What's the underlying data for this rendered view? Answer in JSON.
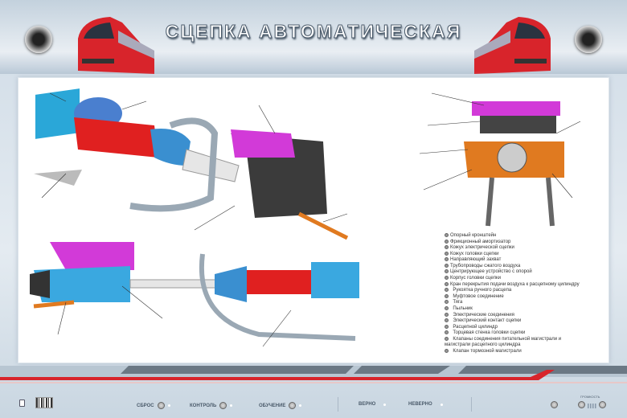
{
  "header": {
    "title": "СЦЕПКА АВТОМАТИЧЕСКАЯ"
  },
  "legend": [
    "Опорный кронштейн",
    "Фрикционный амортизатор",
    "Кожух электрической сцепки",
    "Кожух головки сцепки",
    "Направляющий захват",
    "Трубопроводы сжатого воздуха",
    "Центрирующее устройство с опорой",
    "Корпус головки сцепки",
    "Кран перекрытия подачи воздуха к расцепному цилиндру",
    "Рукоятка ручного расцепа",
    "Муфтовое соединение",
    "Тяга",
    "Пыльник",
    "Электрические соединения",
    "Электрический контакт сцепки",
    "Расцепной цилиндр",
    "Торцевая стенка головки сцепки",
    "Клапаны соединения питательной магистрали  и",
    "магистрали расцепного цилиндра",
    "Клапан тормозной магистрали"
  ],
  "controls": {
    "reset": "СБРОС",
    "control": "КОНТРОЛЬ",
    "training": "ОБУЧЕНИЕ",
    "correct": "ВЕРНО",
    "incorrect": "НЕВЕРНО",
    "volume": "ГРОМКОСТЬ"
  },
  "colors": {
    "accent_red": "#d8242b",
    "header": "#c3d1dd"
  }
}
